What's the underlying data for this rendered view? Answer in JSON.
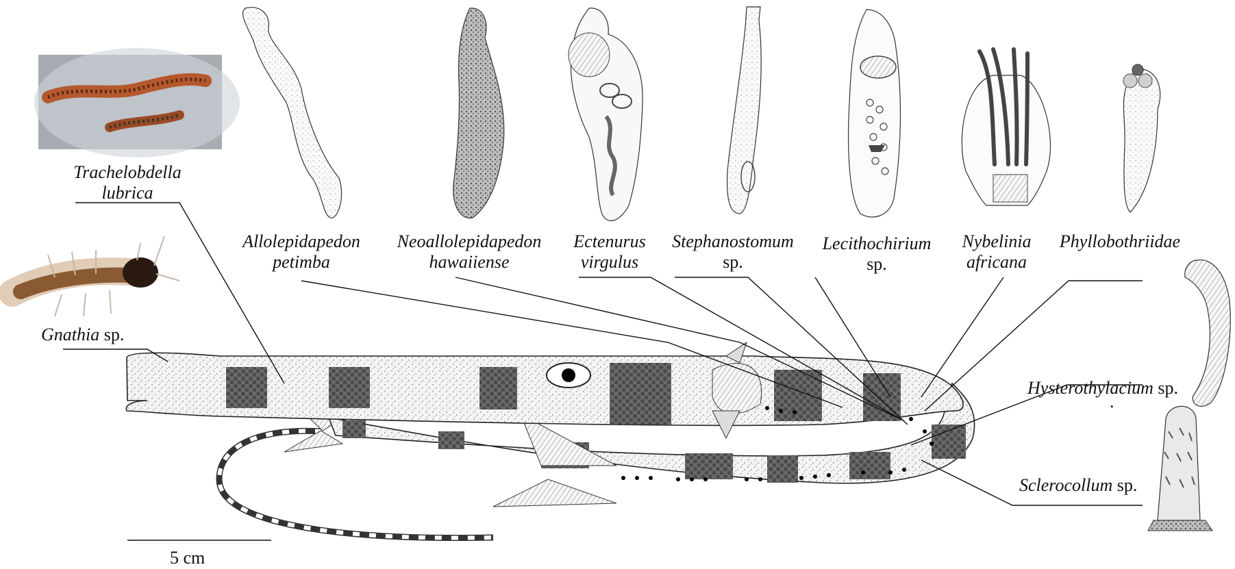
{
  "labels": {
    "trachelobdella_l1": "Trachelobdella",
    "trachelobdella_l2": "lubrica",
    "allolepidapedon_l1": "Allolepidapedon",
    "allolepidapedon_l2": "petimba",
    "neoallolepidapedon_l1": "Neoallolepidapedon",
    "neoallolepidapedon_l2": "hawaiiense",
    "ectenurus_l1": "Ectenurus",
    "ectenurus_l2": "virgulus",
    "stephanostomum_l1": "Stephanostomum",
    "stephanostomum_l2": "sp.",
    "lecithochirium_l1": "Lecithochirium",
    "lecithochirium_l2": "sp.",
    "nybelinia_l1": "Nybelinia",
    "nybelinia_l2": "africana",
    "phyllobothriidae": "Phyllobothriidae",
    "gnathia_genus": "Gnathia",
    "gnathia_sp": " sp.",
    "hysterothylacium_genus": "Hysterothylacium",
    "hysterothylacium_sp": " sp.",
    "hysterothylacium_dot": ".",
    "sclerocollum_genus": "Sclerocollum",
    "sclerocollum_sp": " sp.",
    "scale_bar": "5 cm"
  },
  "colors": {
    "band_dark": "#5e5e5e",
    "body_light": "#f1f1f1",
    "outline": "#222222",
    "leech_brown": "#b5582d",
    "isopod_brown": "#8a5a33"
  },
  "icons": {
    "host": "cornetfish-host-illustration",
    "leech": "leech-photo",
    "isopod": "gnathia-isopod-photo",
    "trematodes": "trematode-drawings",
    "cestodes": "cestode-drawings",
    "nematode": "nematode-drawing",
    "acanthocephalan": "acanthocephalan-drawing"
  }
}
